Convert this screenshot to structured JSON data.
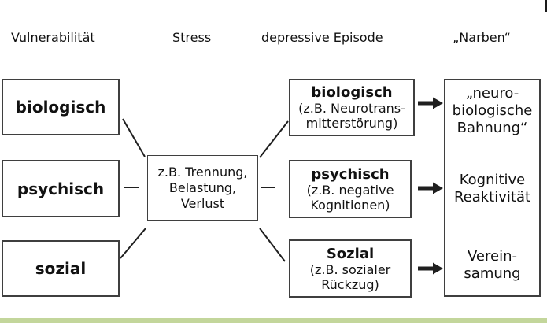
{
  "page": {
    "background_color": "#ffffff",
    "accent_bar_color": "#c3d69b",
    "box_border_color": "#3f3f3f",
    "text_color": "#111111"
  },
  "headers": [
    {
      "label": "Vulnerabilität"
    },
    {
      "label": "Stress"
    },
    {
      "label": "depressive Episode"
    },
    {
      "label": "„Narben“"
    }
  ],
  "vulnerability_boxes": [
    {
      "label": "biologisch"
    },
    {
      "label": "psychisch"
    },
    {
      "label": "sozial"
    }
  ],
  "stress_box": {
    "lines": [
      "z.B. Trennung,",
      "Belastung,",
      "Verlust"
    ]
  },
  "episode_boxes": [
    {
      "title": "biologisch",
      "subtitle_lines": [
        "(z.B. Neurotrans-",
        "mitterstörung)"
      ]
    },
    {
      "title": "psychisch",
      "subtitle_lines": [
        "(z.B. negative",
        "Kognitionen)"
      ]
    },
    {
      "title": "Sozial",
      "subtitle_lines": [
        "(z.B. sozialer",
        "Rückzug)"
      ]
    }
  ],
  "narben_box": {
    "items": [
      {
        "lines": [
          "„neuro-",
          "biologische",
          "Bahnung“"
        ]
      },
      {
        "lines": [
          "Kognitive",
          "Reaktivität"
        ]
      },
      {
        "lines": [
          "Verein-",
          "samung"
        ]
      }
    ]
  }
}
